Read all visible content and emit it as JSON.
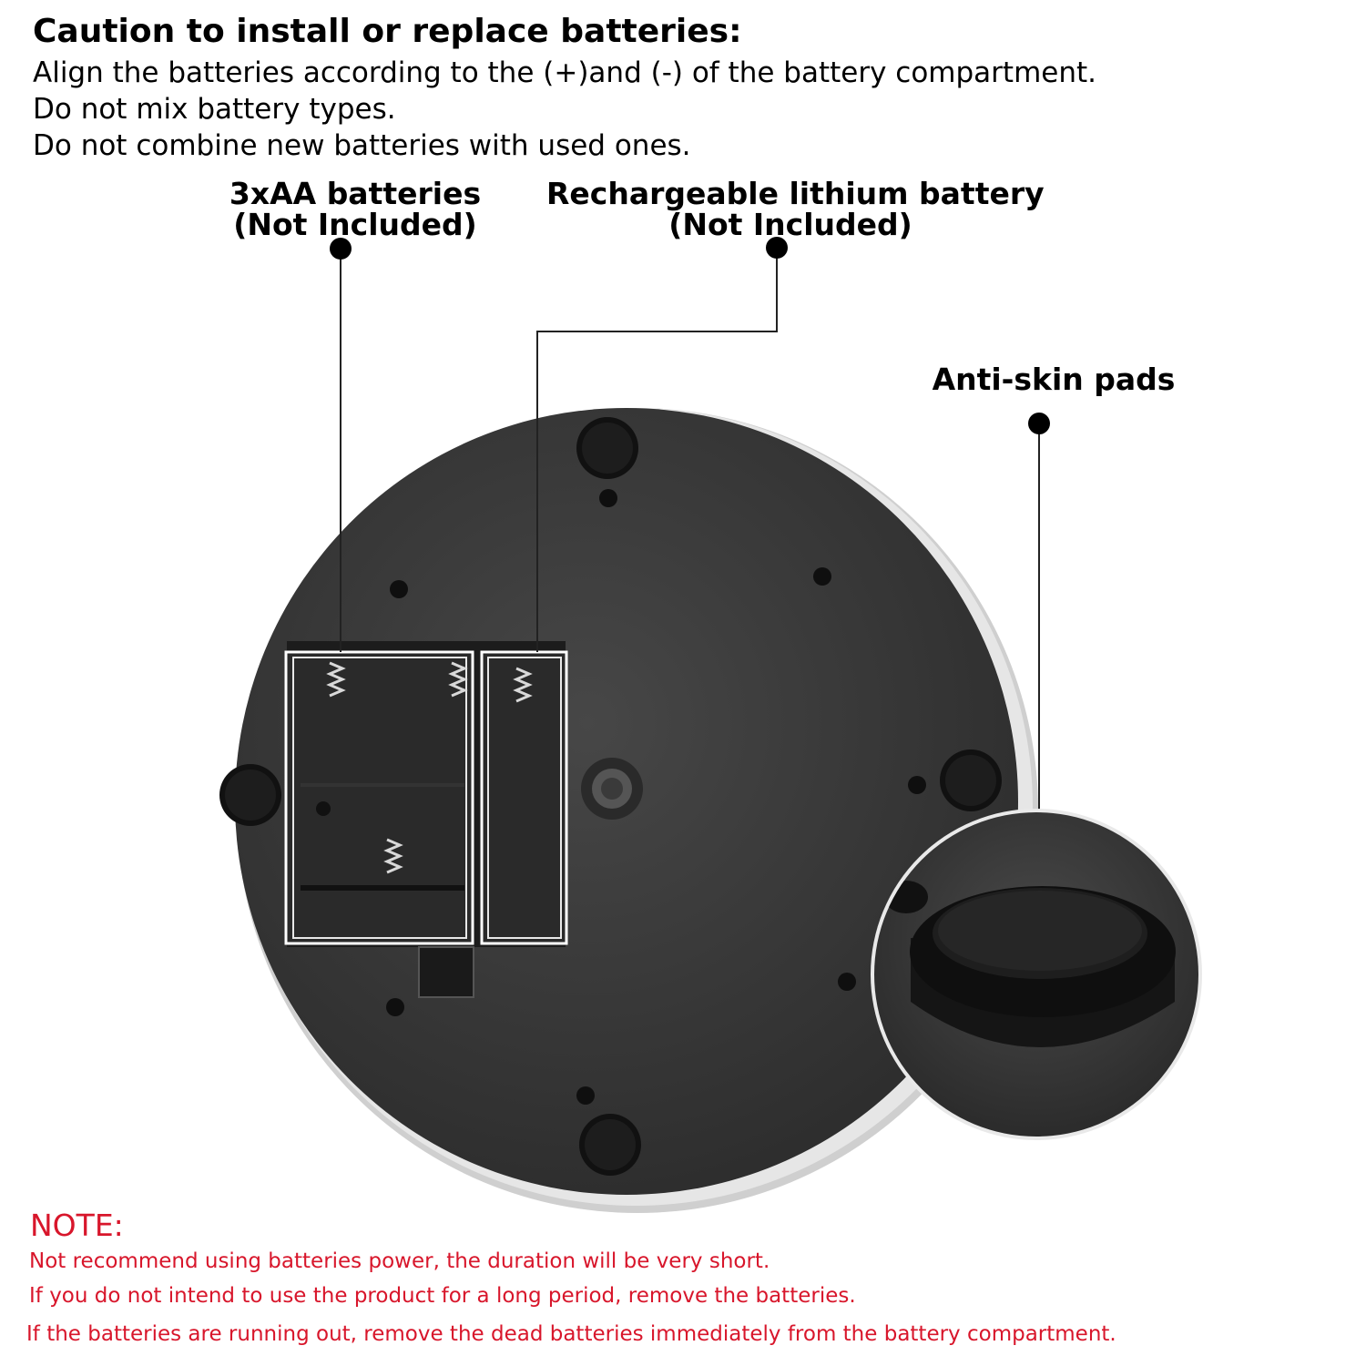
{
  "caution": {
    "title": "Caution to install or replace batteries:",
    "lines": [
      "Align the batteries according to the (+)and (-) of the battery compartment.",
      "Do not mix battery types.",
      "Do not combine new batteries with used ones."
    ]
  },
  "callouts": {
    "aa_batteries": {
      "line1": "3xAA batteries",
      "line2": "(Not Included)"
    },
    "lithium_battery": {
      "line1": "Rechargeable lithium battery",
      "line2": "(Not Included)"
    },
    "pads": {
      "label": "Anti-skin pads"
    }
  },
  "note": {
    "title": "NOTE:",
    "lines": [
      "Not recommend using batteries power, the duration will be very short.",
      "If you do not intend to use the product for a long period, remove the batteries.",
      "If the batteries are running out, remove the dead batteries immediately from the battery compartment."
    ]
  },
  "colors": {
    "note_red": "#d8162b",
    "base_body": "#3a3a3a",
    "rim_silver": "#c9c9c9",
    "pad_black": "#1e1e1e"
  }
}
